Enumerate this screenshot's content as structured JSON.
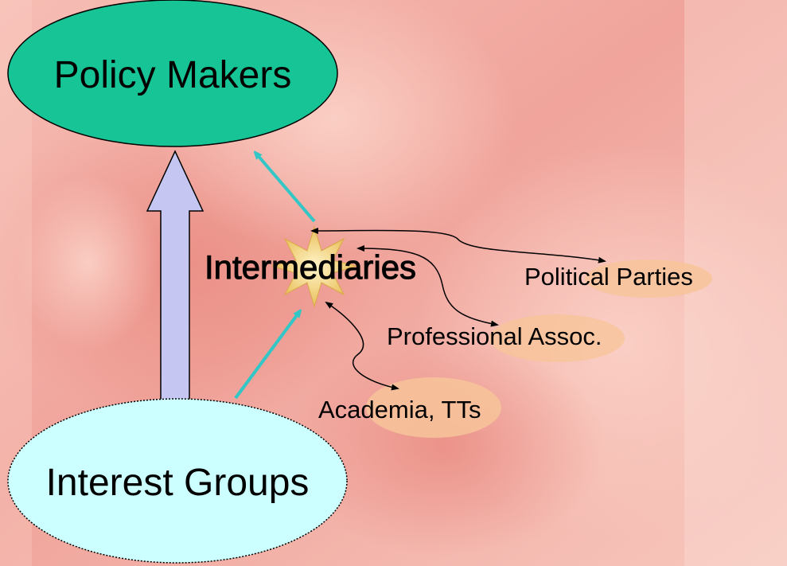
{
  "diagram": {
    "nodes": {
      "policy_makers": "Policy Makers",
      "interest_groups": "Interest Groups",
      "intermediaries": "Intermediaries",
      "political_parties": "Political Parties",
      "professional_assoc": "Professional Assoc.",
      "academia": "Academia, TTs"
    },
    "colors": {
      "policy_makers_fill": "#16c496",
      "interest_groups_fill": "#ccffff",
      "big_arrow_fill": "#c6c6f2",
      "teal_arrow": "#33c6c6",
      "connector": "#000000",
      "highlight_ellipse": "#f7c49a",
      "starburst_fill": "#f2d07a",
      "background": "#f3b0a8"
    }
  }
}
